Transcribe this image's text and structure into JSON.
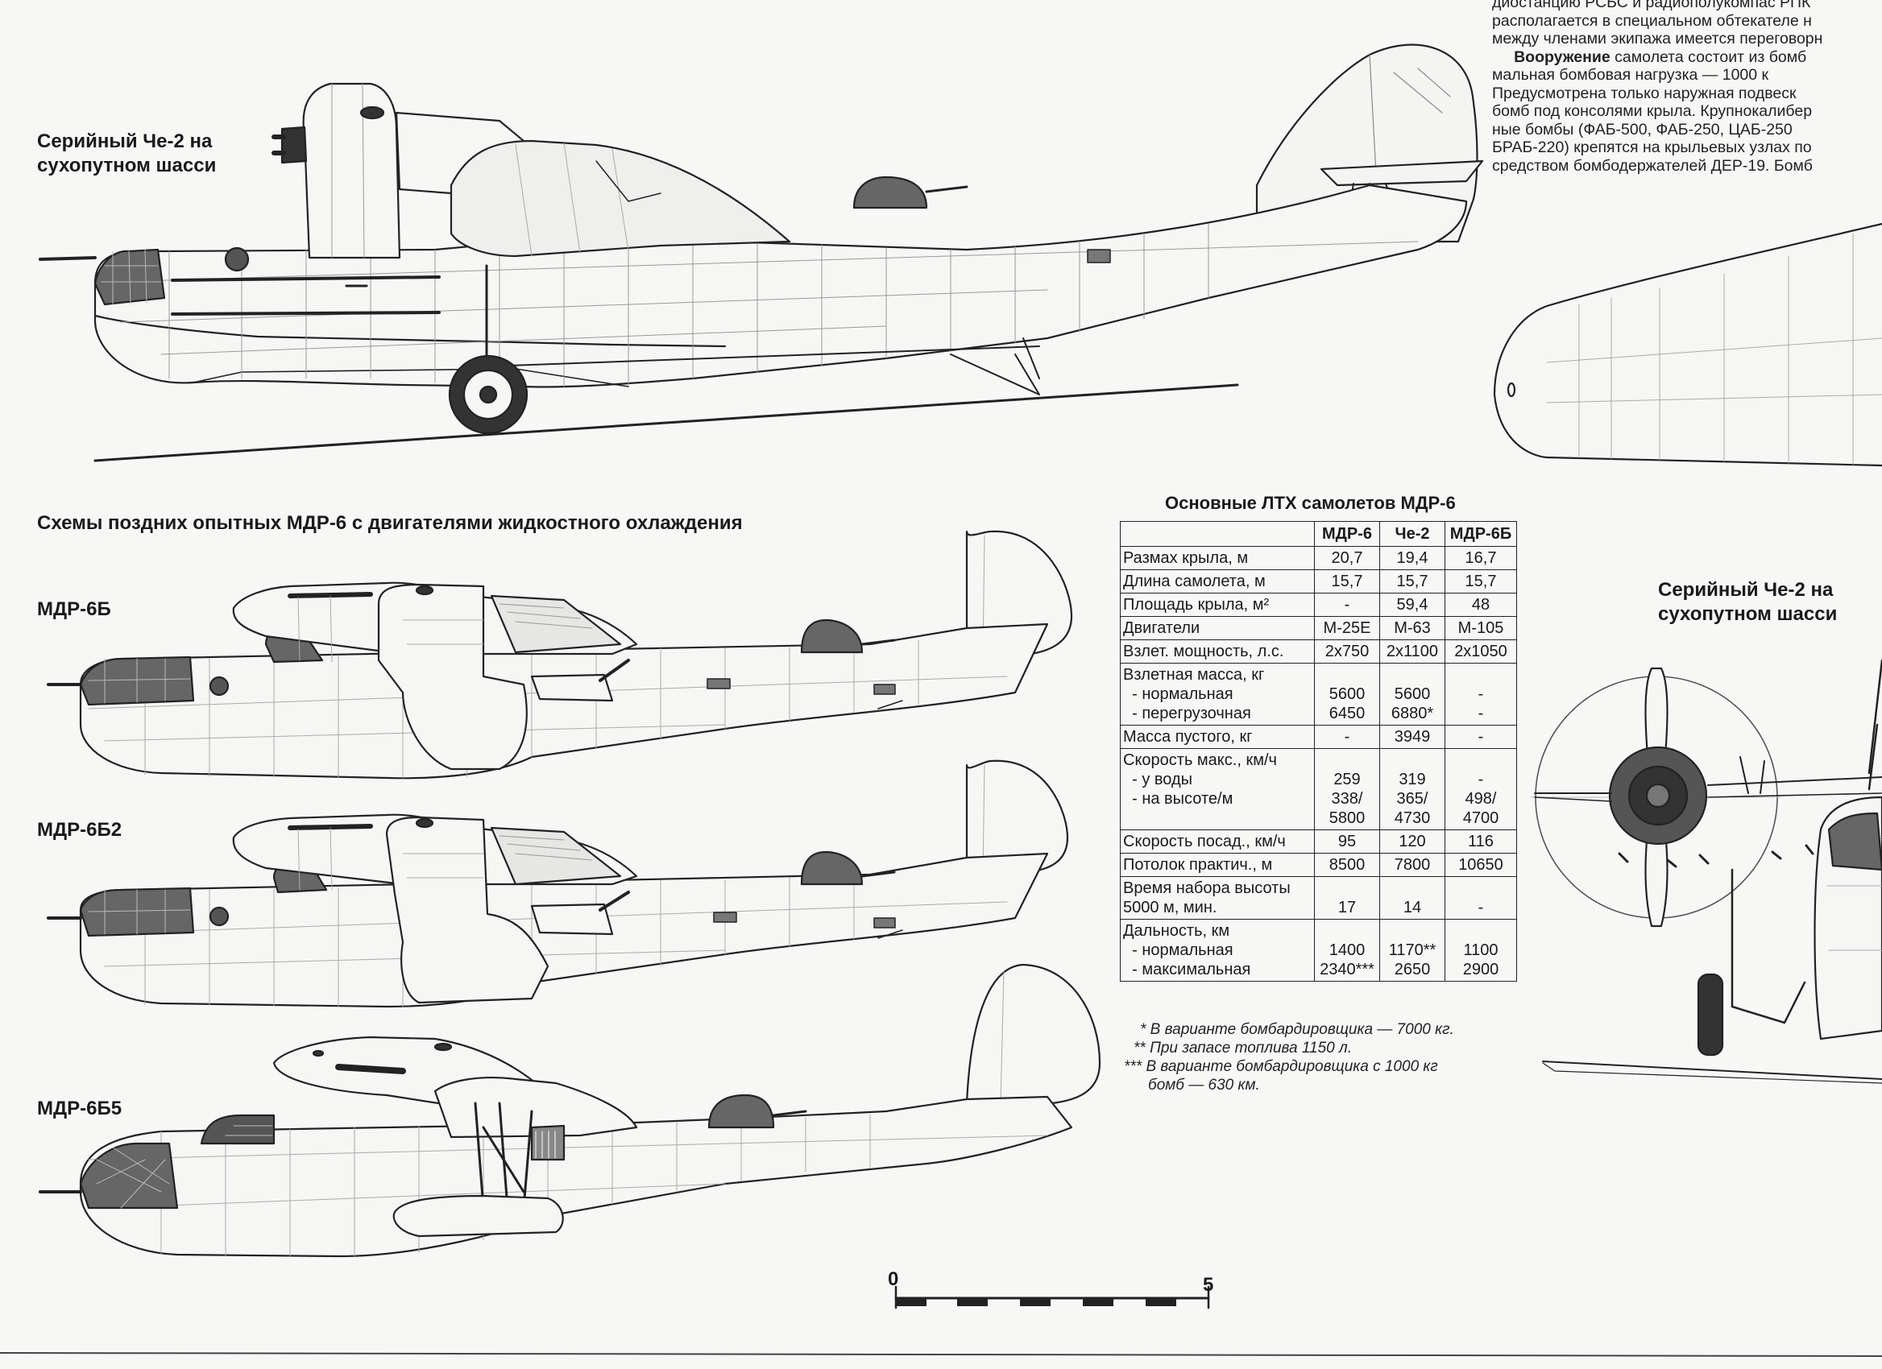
{
  "top_text": {
    "lines": [
      "диостанцию РСБС и радиополукомпас РПК",
      "располагается в специальном обтекателе н",
      "между членами экипажа имеется переговорн"
    ],
    "armament_heading": "Вооружение",
    "armament_lines": [
      " самолета состоит из бомб",
      "мальная бомбовая нагрузка — 1000 к",
      "Предусмотрена только наружная подвеск",
      "бомб под консолями крыла. Крупнокалибер",
      "ные бомбы (ФАБ-500, ФАБ-250, ЦАБ-250",
      "БРАБ-220) крепятся на крыльевых узлах по",
      "средством бомбодержателей ДЕР-19. Бомб"
    ]
  },
  "labels": {
    "che2_top_line1": "Серийный Че-2 на",
    "che2_top_line2": "сухопутном шасси",
    "schemes_heading": "Схемы поздних опытных МДР-6 с двигателями жидкостного охлаждения",
    "mdr6b": "МДР-6Б",
    "mdr6b2": "МДР-6Б2",
    "mdr6b5": "МДР-6Б5",
    "che2_front_line1": "Серийный Че-2 на",
    "che2_front_line2": "сухопутном шасси",
    "scale_zero": "0",
    "scale_five": "5"
  },
  "table": {
    "title": "Основные ЛТХ самолетов МДР-6",
    "columns": [
      "МДР-6",
      "Че-2",
      "МДР-6Б"
    ],
    "rows": [
      {
        "param": [
          "Размах крыла, м"
        ],
        "vals": [
          [
            "20,7"
          ],
          [
            "19,4"
          ],
          [
            "16,7"
          ]
        ]
      },
      {
        "param": [
          "Длина самолета, м"
        ],
        "vals": [
          [
            "15,7"
          ],
          [
            "15,7"
          ],
          [
            "15,7"
          ]
        ]
      },
      {
        "param": [
          "Площадь крыла, м²"
        ],
        "vals": [
          [
            "-"
          ],
          [
            "59,4"
          ],
          [
            "48"
          ]
        ]
      },
      {
        "param": [
          "Двигатели"
        ],
        "vals": [
          [
            "М-25Е"
          ],
          [
            "М-63"
          ],
          [
            "М-105"
          ]
        ]
      },
      {
        "param": [
          "Взлет. мощность, л.с."
        ],
        "vals": [
          [
            "2х750"
          ],
          [
            "2х1100"
          ],
          [
            "2х1050"
          ]
        ]
      },
      {
        "param": [
          "Взлетная масса, кг",
          "  - нормальная",
          "  - перегрузочная"
        ],
        "vals": [
          [
            "",
            "5600",
            "6450"
          ],
          [
            "",
            "5600",
            "6880*"
          ],
          [
            "",
            "-",
            "-"
          ]
        ]
      },
      {
        "param": [
          "Масса пустого, кг"
        ],
        "vals": [
          [
            "-"
          ],
          [
            "3949"
          ],
          [
            "-"
          ]
        ]
      },
      {
        "param": [
          "Скорость макс., км/ч",
          "  - у воды",
          "  - на высоте/м",
          ""
        ],
        "vals": [
          [
            "",
            "259",
            "338/",
            "5800"
          ],
          [
            "",
            "319",
            "365/",
            "4730"
          ],
          [
            "",
            "-",
            "498/",
            "4700"
          ]
        ]
      },
      {
        "param": [
          "Скорость посад., км/ч"
        ],
        "vals": [
          [
            "95"
          ],
          [
            "120"
          ],
          [
            "116"
          ]
        ]
      },
      {
        "param": [
          "Потолок практич., м"
        ],
        "vals": [
          [
            "8500"
          ],
          [
            "7800"
          ],
          [
            "10650"
          ]
        ]
      },
      {
        "param": [
          "Время набора высоты",
          "5000 м, мин."
        ],
        "vals": [
          [
            "",
            "17"
          ],
          [
            "",
            "14"
          ],
          [
            "",
            "-"
          ]
        ]
      },
      {
        "param": [
          "Дальность, км",
          "  - нормальная",
          "  - максимальная"
        ],
        "vals": [
          [
            "",
            "1400",
            "2340***"
          ],
          [
            "",
            "1170**",
            "2650"
          ],
          [
            "",
            "1100",
            "2900"
          ]
        ]
      }
    ],
    "notes": [
      "* В варианте бомбардировщика — 7000 кг.",
      "** При запасе топлива 1150 л.",
      "*** В варианте бомбардировщика с 1000 кг",
      "бомб — 630 км."
    ]
  }
}
